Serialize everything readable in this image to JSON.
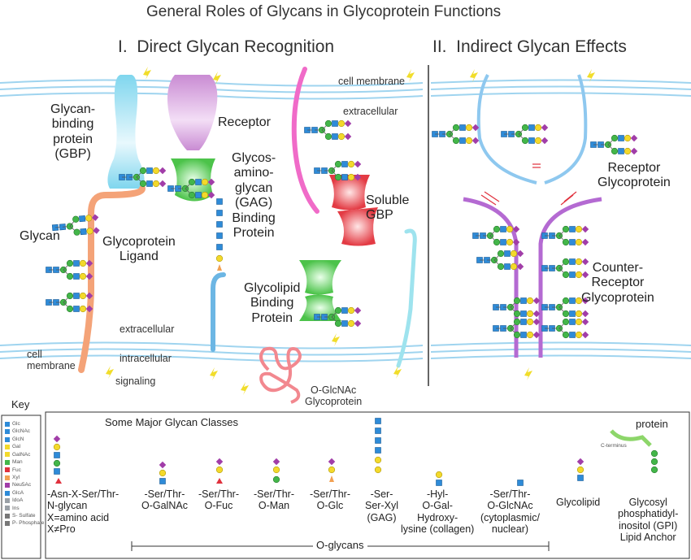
{
  "title": "General Roles of Glycans in Glycoprotein Functions",
  "sections": {
    "direct": "I.  Direct Glycan Recognition",
    "indirect": "II.  Indirect Glycan Effects"
  },
  "labels": {
    "gbp": "Glycan-\nbinding\nprotein\n(GBP)",
    "receptor": "Receptor",
    "gag_protein": "Glycos-\namino-\nglycan\n(GAG)\nBinding\nProtein",
    "glycan": "Glycan",
    "glycoprotein_ligand": "Glycoprotein\nLigand",
    "soluble_gbp": "Soluble\nGBP",
    "glycolipid_binding": "Glycolipid\nBinding\nProtein",
    "cell_membrane_top": "cell membrane",
    "extracellular_top": "extracellular",
    "extracellular_bottom": "extracellular",
    "intracellular": "intracellular",
    "cell_membrane_left": "cell\nmembrane",
    "signaling": "signaling",
    "oglcnac_glycoprotein": "O-GlcNAc\nGlycoprotein",
    "receptor_glycoprotein": "Receptor\nGlycoprotein",
    "counter_receptor": "Counter-\nReceptor\nGlycoprotein"
  },
  "key": {
    "title": "Key",
    "items": [
      {
        "name": "Glc",
        "color": "#2e8bd8"
      },
      {
        "name": "GlcNAc",
        "color": "#2e8bd8"
      },
      {
        "name": "GlcN",
        "color": "#2e8bd8"
      },
      {
        "name": "Gal",
        "color": "#f3d92b"
      },
      {
        "name": "GalNAc",
        "color": "#f3d92b"
      },
      {
        "name": "Man",
        "color": "#43b649"
      },
      {
        "name": "Fuc",
        "color": "#e0313d"
      },
      {
        "name": "Xyl",
        "color": "#f2a052"
      },
      {
        "name": "Neu5Ac",
        "color": "#a13da8"
      },
      {
        "name": "GlcA",
        "color": "#2e8bd8"
      },
      {
        "name": "IdoA",
        "color": "#9aa0a6"
      },
      {
        "name": "Ins",
        "color": "#9aa0a6"
      },
      {
        "name": "S- Sulfate",
        "color": "#777777"
      },
      {
        "name": "P- Phosphate",
        "color": "#777777"
      }
    ]
  },
  "classes": {
    "heading": "Some Major Glycan Classes",
    "items": [
      {
        "label": "-Asn-X-Ser/Thr-\nN-glycan\nX=amino acid\nX≠Pro"
      },
      {
        "label": "-Ser/Thr-\nO-GalNAc"
      },
      {
        "label": "-Ser/Thr-\nO-Fuc"
      },
      {
        "label": "-Ser/Thr-\nO-Man"
      },
      {
        "label": "-Ser/Thr-\nO-Glc"
      },
      {
        "label": "-Ser-\nSer-Xyl\n(GAG)"
      },
      {
        "label": "-Hyl-\nO-Gal-\nHydroxy-\nlysine (collagen)"
      },
      {
        "label": "-Ser/Thr-\nO-GlcNAc\n(cytoplasmic/\nnuclear)"
      },
      {
        "label": "Glycolipid"
      },
      {
        "label": "Glycosyl\nphosphatidyl-\ninositol (GPI)\nLipid Anchor"
      }
    ],
    "o_glycans": "O-glycans",
    "protein": "protein",
    "c_terminus": "C-terminus"
  },
  "colors": {
    "membrane": "#9fd4ef",
    "gbp": "#7fd6ee",
    "receptor_top": "#c98bd3",
    "receptor_bottom": "#5cc75a",
    "ligand": "#f4a378",
    "pink_protein": "#f06bc8",
    "soluble_gbp": "#e8424a",
    "blue_protein": "#6cb6e4",
    "purple_protein": "#b46ad2",
    "bolt": "#f1dd2a"
  }
}
